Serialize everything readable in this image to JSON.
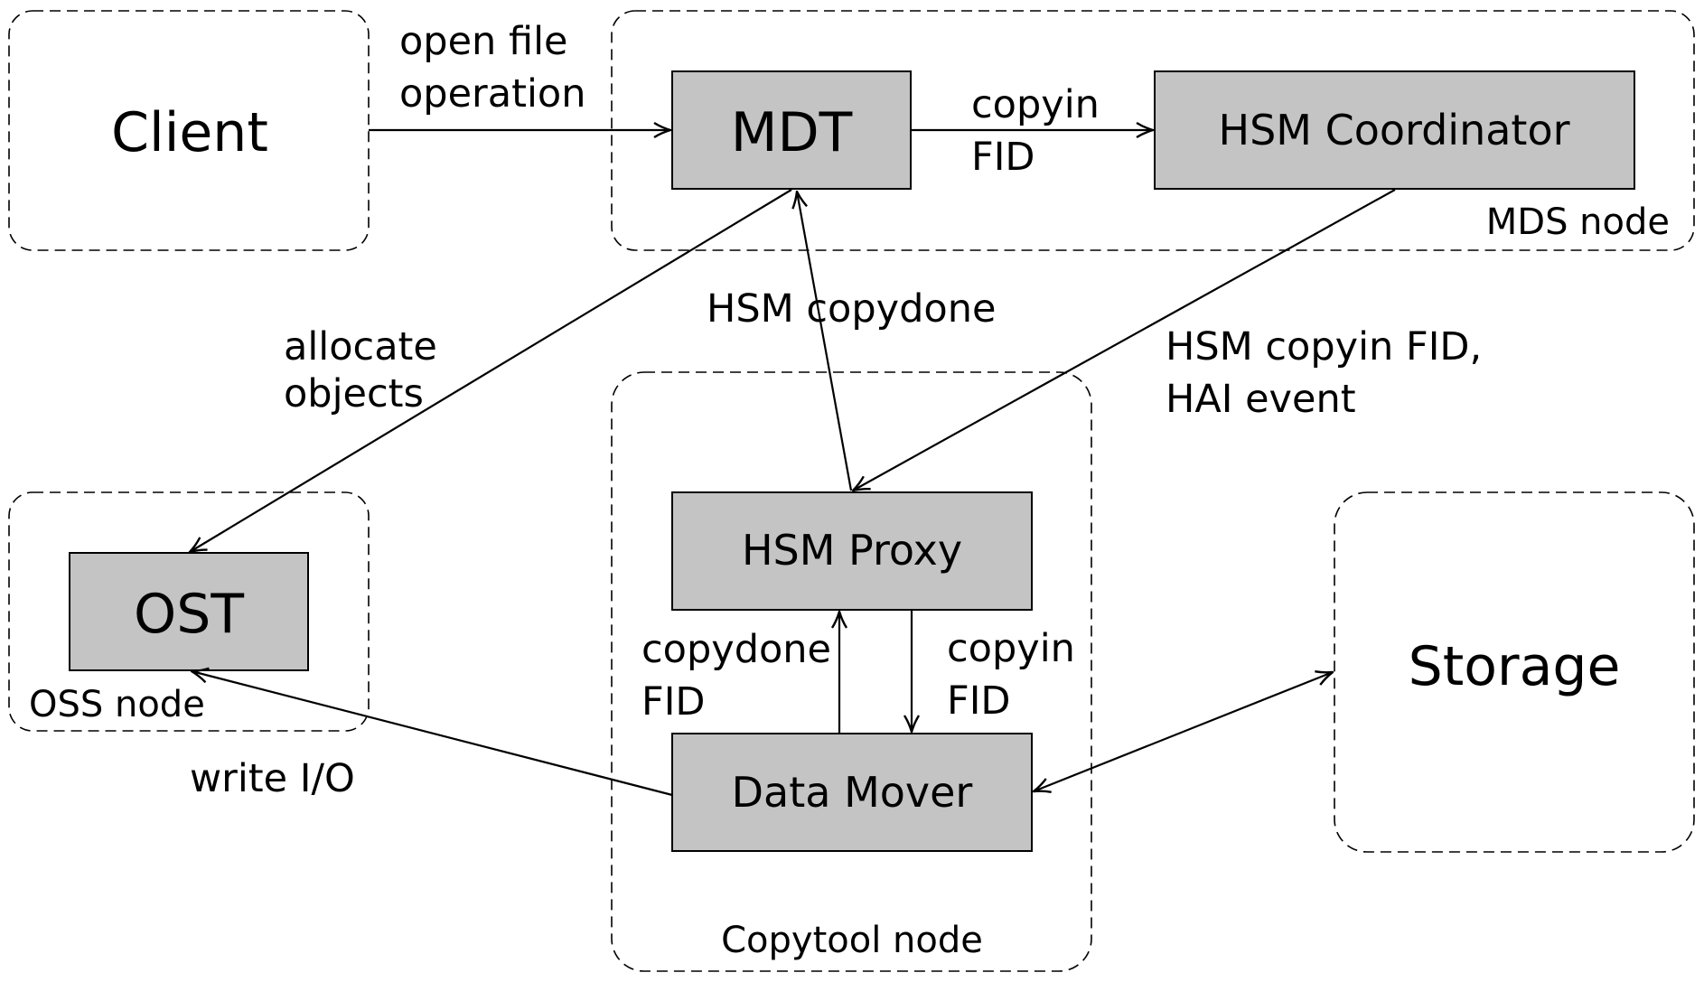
{
  "nodes": {
    "client": "Client",
    "mdt": "MDT",
    "hsm_coordinator": "HSM Coordinator",
    "ost": "OST",
    "hsm_proxy": "HSM Proxy",
    "data_mover": "Data Mover",
    "storage": "Storage"
  },
  "regions": {
    "mds": "MDS node",
    "oss": "OSS node",
    "copytool": "Copytool node"
  },
  "edges": {
    "open_file_1": "open file",
    "open_file_2": "operation",
    "copyin_fid_1": "copyin",
    "copyin_fid_2": "FID",
    "hsm_copydone": "HSM copydone",
    "allocate_1": "allocate",
    "allocate_2": "objects",
    "hsm_copyin_1": "HSM copyin FID,",
    "hsm_copyin_2": "HAI event",
    "copydone_fid_1": "copydone",
    "copydone_fid_2": "FID",
    "dm_copyin_1": "copyin",
    "dm_copyin_2": "FID",
    "write_io": "write I/O"
  }
}
